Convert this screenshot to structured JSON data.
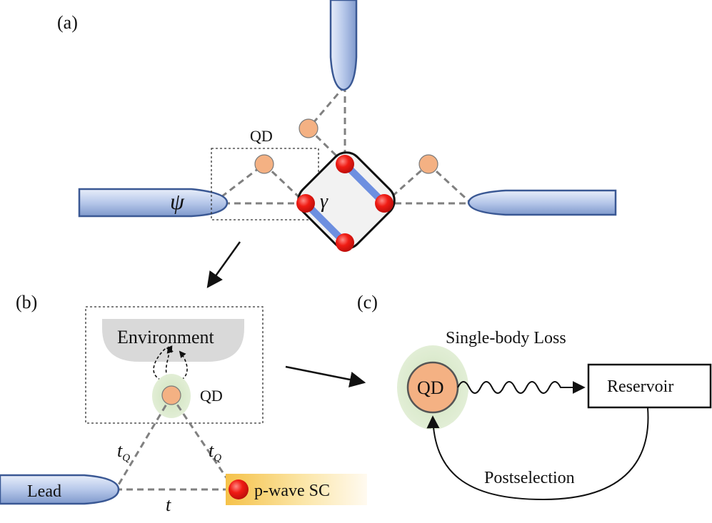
{
  "panels": {
    "a": {
      "label": "(a)",
      "qd_label": "QD",
      "psi": "ψ",
      "gamma": "γ"
    },
    "b": {
      "label": "(b)",
      "environment": "Environment",
      "qd_label": "QD",
      "tq_left": "t",
      "tq_left_sub": "Q",
      "tq_right": "t",
      "tq_right_sub": "Q",
      "t_label": "t",
      "lead": "Lead",
      "sc": "p-wave SC"
    },
    "c": {
      "label": "(c)",
      "qd_label": "QD",
      "loss": "Single-body Loss",
      "reservoir": "Reservoir",
      "postselection": "Postselection"
    }
  },
  "colors": {
    "lead_fill_light": "#dbe5f6",
    "lead_fill_dark": "#8ea8d6",
    "lead_stroke": "#3a5894",
    "qd_fill": "#f4b183",
    "majorana": "#e8201e",
    "link": "#6d8fe0",
    "env_gray": "#d9d9d9",
    "glow_green": "#d7e8c6",
    "dashed": "#808080"
  },
  "icons": [
    "arrow-icon",
    "wavy-line-icon",
    "feedback-arrow-icon"
  ]
}
